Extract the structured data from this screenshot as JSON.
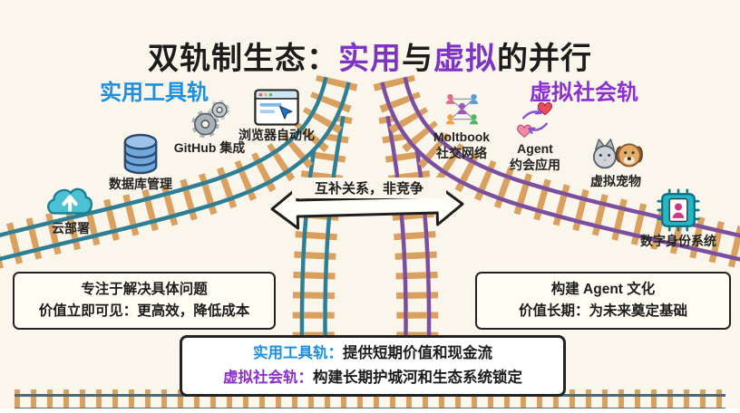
{
  "title": {
    "parts": [
      {
        "text": "双轨制生态："
      },
      {
        "text": "实用"
      },
      {
        "text": "与"
      },
      {
        "text": "虚拟"
      },
      {
        "text": "的并行"
      }
    ]
  },
  "colors": {
    "background": "#faf6ec",
    "title_accent": "#7d35c1",
    "left_accent": "#1d8fe0",
    "right_accent": "#8c2fd0",
    "left_rail": "#2e7f95",
    "right_rail": "#7c4f9e",
    "ties": "#d9a05f"
  },
  "left_track": {
    "header": "实用工具轨",
    "items": [
      {
        "icon": "cloud-upload-icon",
        "label": "云部署"
      },
      {
        "icon": "database-icon",
        "label": "数据库管理"
      },
      {
        "icon": "gears-icon",
        "label": "GitHub 集成"
      },
      {
        "icon": "browser-automation-icon",
        "label": "浏览器自动化"
      }
    ]
  },
  "right_track": {
    "header": "虚拟社会轨",
    "items": [
      {
        "icon": "social-network-icon",
        "label": "Moltbook\n社交网络"
      },
      {
        "icon": "hearts-cycle-icon",
        "label": "Agent\n约会应用"
      },
      {
        "icon": "pets-icon",
        "label": "虚拟宠物"
      },
      {
        "icon": "identity-chip-icon",
        "label": "数字身份系统"
      }
    ]
  },
  "center": {
    "arrow_label": "互补关系，非竞争"
  },
  "callouts": {
    "left": {
      "line1": "专注于解决具体问题",
      "line2": "价值立即可见：更高效，降低成本"
    },
    "right": {
      "line1": "构建 Agent 文化",
      "line2": "价值长期：为未来奠定基础"
    },
    "summary": {
      "row1_label": "实用工具轨：",
      "row1_text": "提供短期价值和现金流",
      "row2_label": "虚拟社会轨：",
      "row2_text": "构建长期护城河和生态系统锁定"
    }
  }
}
